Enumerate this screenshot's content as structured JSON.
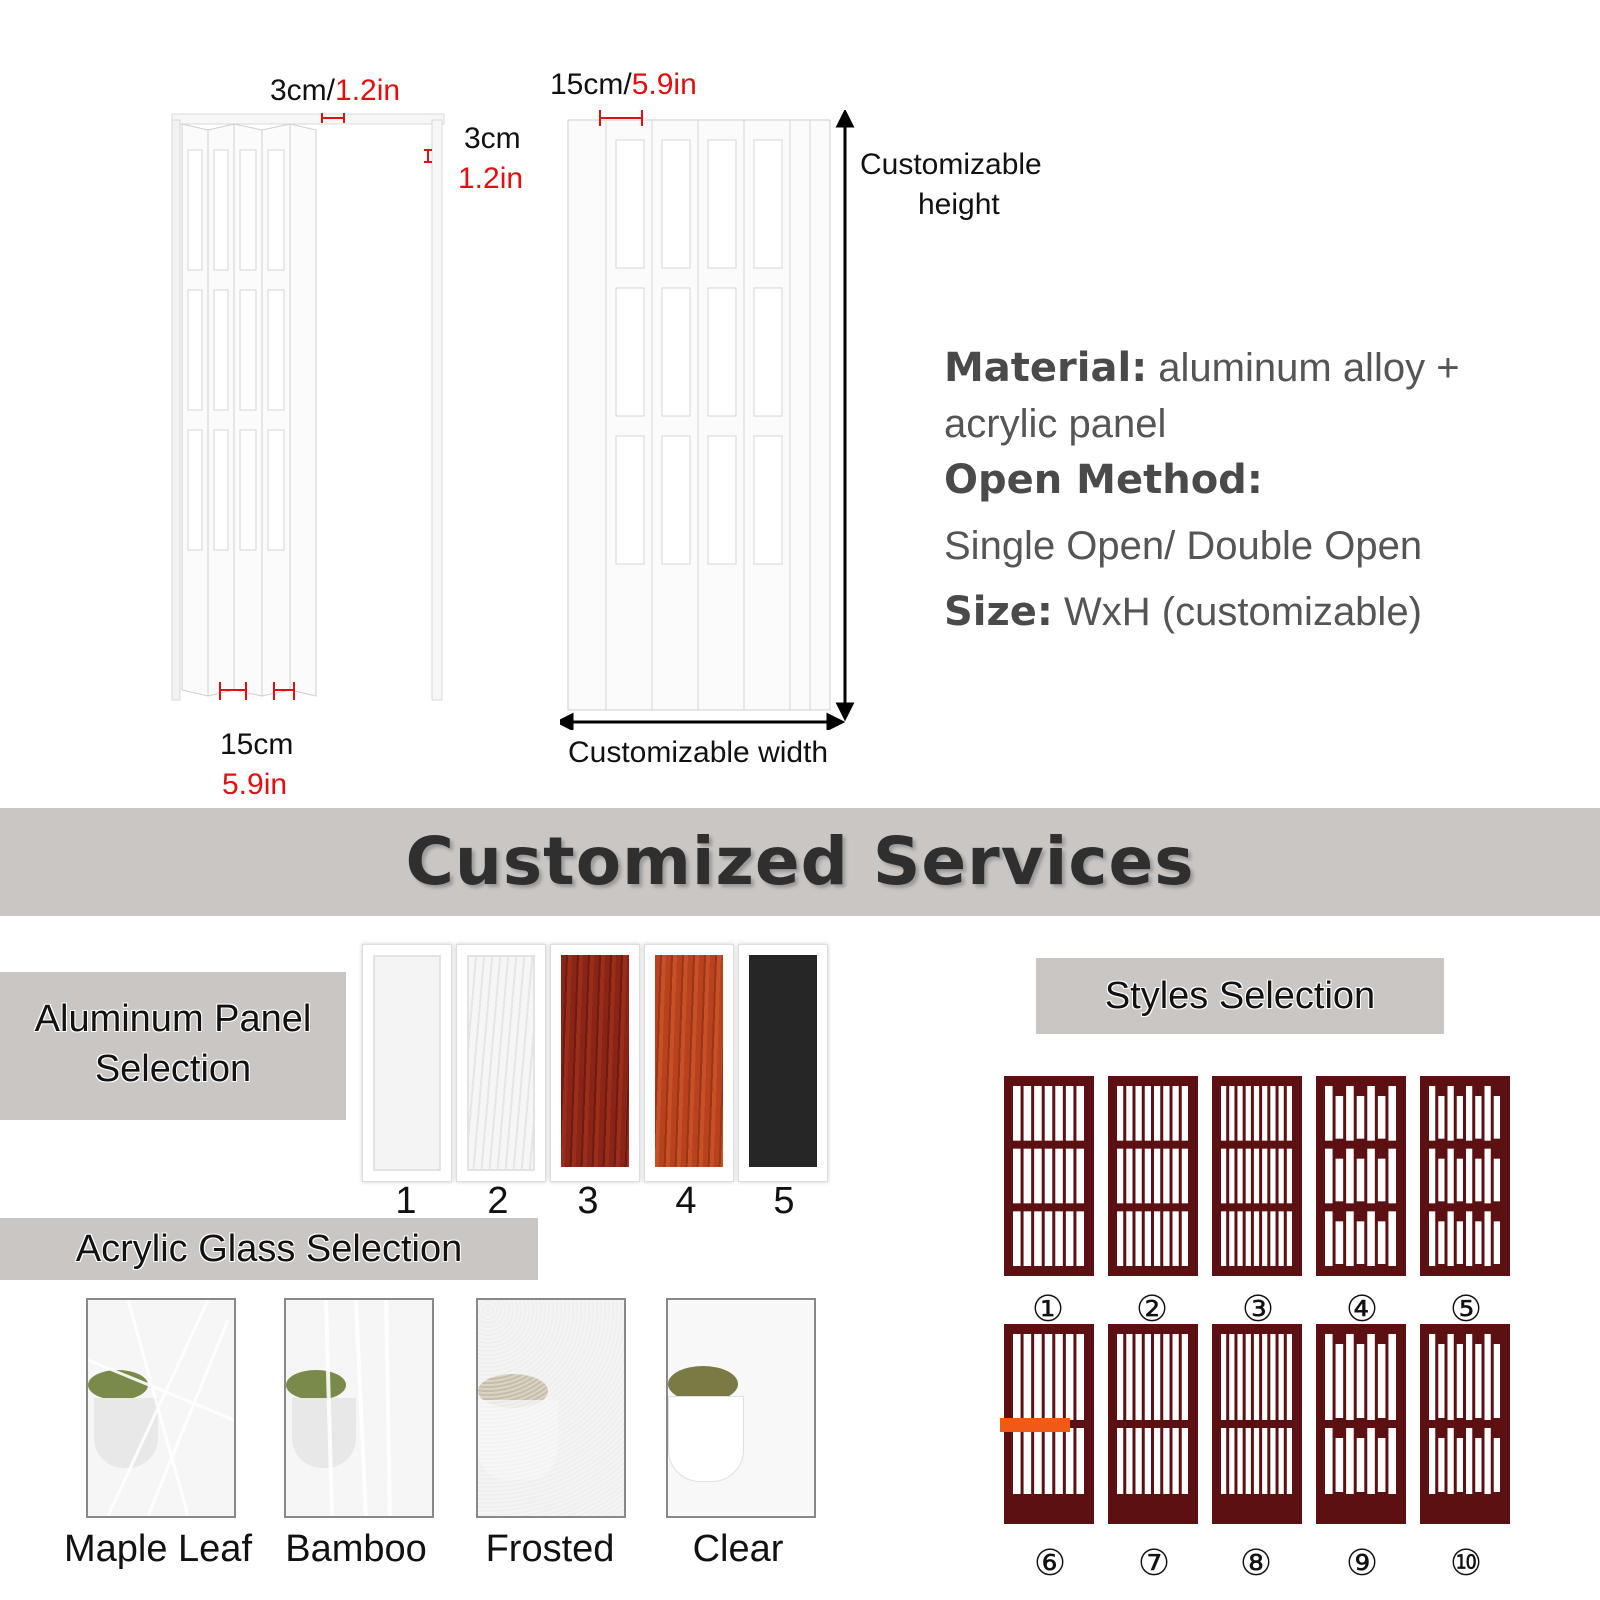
{
  "top": {
    "door_left": {
      "dim_top": {
        "cm": "3cm/",
        "in": "1.2in"
      },
      "dim_right": {
        "cm": "3cm",
        "in": "1.2in"
      },
      "dim_bottom": {
        "cm": "15cm",
        "in": "5.9in"
      }
    },
    "door_right": {
      "dim_top": {
        "cm": "15cm/",
        "in": "5.9in"
      },
      "height_label_1": "Customizable",
      "height_label_2": "height",
      "width_label": "Customizable width"
    },
    "specs": {
      "material_label": "Material:",
      "material_value_1": " aluminum alloy +",
      "material_value_2": "acrylic panel",
      "open_label": "Open Method:",
      "open_value": "Single Open/ Double Open",
      "size_label": "Size:",
      "size_value": " WxH (customizable)"
    }
  },
  "banner": {
    "title": "Customized Services"
  },
  "aluminum": {
    "label_1": "Aluminum Panel",
    "label_2": "Selection",
    "swatches": [
      {
        "num": "1",
        "color": "#f4f4f4"
      },
      {
        "num": "2",
        "color": "#f1f1f1"
      },
      {
        "num": "3",
        "color": "#8a2416"
      },
      {
        "num": "4",
        "color": "#b8411e"
      },
      {
        "num": "5",
        "color": "#262626"
      }
    ]
  },
  "acrylic": {
    "label": "Acrylic Glass Selection",
    "items": [
      {
        "label": "Maple Leaf"
      },
      {
        "label": "Bamboo"
      },
      {
        "label": "Frosted"
      },
      {
        "label": "Clear"
      }
    ]
  },
  "styles": {
    "label": "Styles Selection",
    "numbers": [
      "①",
      "②",
      "③",
      "④",
      "⑤",
      "⑥",
      "⑦",
      "⑧",
      "⑨",
      "⑩"
    ],
    "panel_color": "#5c1012"
  }
}
